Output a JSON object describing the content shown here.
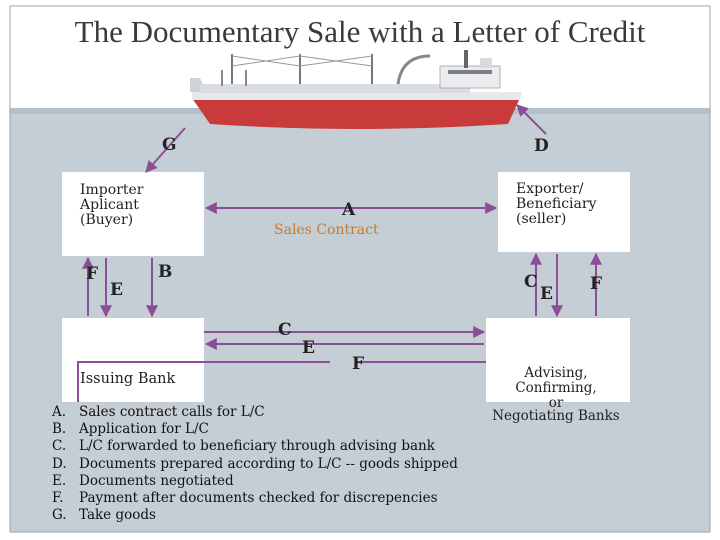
{
  "title": "The Documentary Sale with a Letter of Credit",
  "parties": {
    "importer": [
      "Importer",
      "Aplicant",
      "(Buyer)"
    ],
    "exporter": [
      "Exporter/",
      "Beneficiary",
      "(seller)"
    ],
    "issuing_bank": "Issuing Bank",
    "advising_bank": [
      "Advising,",
      "Confirming,",
      "or",
      "Negotiating Banks"
    ]
  },
  "sales_contract": "Sales Contract",
  "labels": {
    "g": "G",
    "d": "D",
    "a": "A",
    "b": "B",
    "f_left": "F",
    "e_left": "E",
    "c_right": "C",
    "e_right": "E",
    "f_right": "F",
    "c_mid": "C",
    "e_mid": "E",
    "f_mid": "F"
  },
  "legend": [
    {
      "key": "A.",
      "text": "Sales contract calls for L/C"
    },
    {
      "key": "B.",
      "text": "Application for L/C"
    },
    {
      "key": "C.",
      "text": "L/C forwarded to beneficiary through advising bank"
    },
    {
      "key": "D.",
      "text": "Documents prepared according to L/C -- goods shipped"
    },
    {
      "key": "E.",
      "text": "Documents negotiated"
    },
    {
      "key": "F.",
      "text": "Payment after documents checked for discrepencies"
    },
    {
      "key": "G.",
      "text": "Take goods"
    }
  ],
  "colors": {
    "sea": "#c5ced5",
    "arrow": "#8a4f96",
    "hull": "#c93a3a",
    "accent": "#c67a2b"
  }
}
